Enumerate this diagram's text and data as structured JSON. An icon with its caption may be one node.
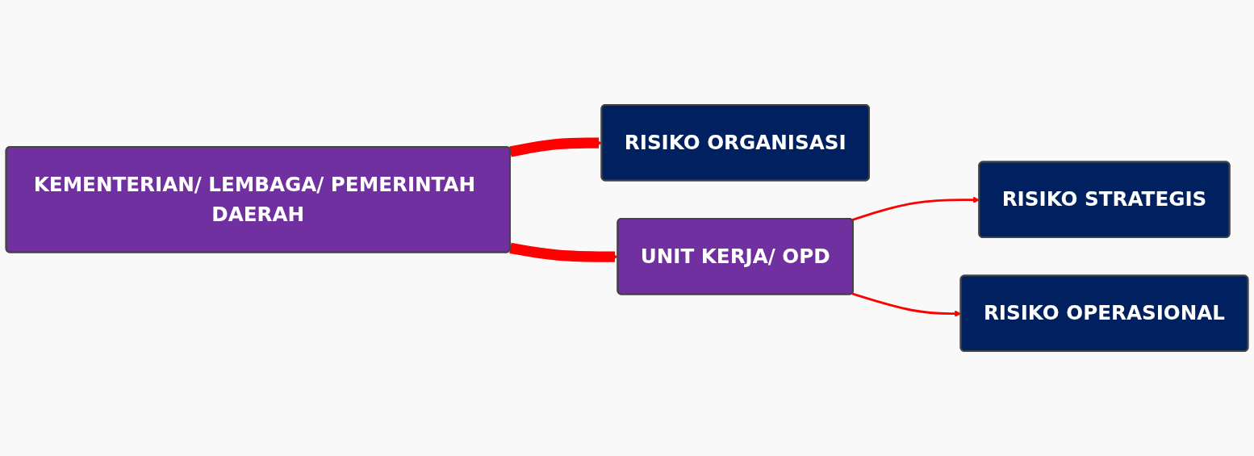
{
  "diagram": {
    "nodes": [
      {
        "text": [
          "KEMENTERIAN/ LEMBAGA/ PEMERINTAH DAERAH"
        ]
      },
      {
        "text": [
          "RISIKO ORGANISASI"
        ]
      },
      {
        "text": [
          "UNIT KERJA/ OPD"
        ]
      },
      {
        "text": [
          "RISIKO STRATEGIS"
        ]
      },
      {
        "text": [
          "RISIKO OPERASIONAL"
        ]
      }
    ],
    "edges": [
      {
        "from": 0,
        "to": 1,
        "arrow": "to",
        "style": "thick",
        "color": "#ff0000"
      },
      {
        "from": 0,
        "to": 2,
        "arrow": "to",
        "style": "thick",
        "color": "#ff0000"
      },
      {
        "from": 2,
        "to": 3,
        "arrow": "to",
        "color": "#ff0000"
      },
      {
        "from": 2,
        "to": 4,
        "arrow": "to",
        "color": "#ff0000"
      }
    ]
  }
}
